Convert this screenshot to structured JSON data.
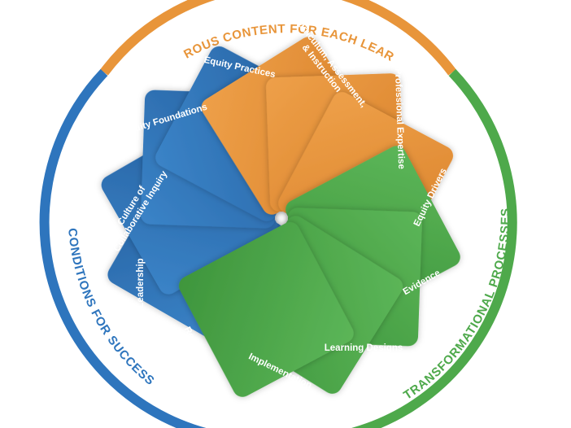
{
  "ring": {
    "arcs": [
      {
        "id": "top",
        "label": "RIGOROUS CONTENT FOR EACH LEARNER",
        "color": "#e8953a"
      },
      {
        "id": "right",
        "label": "TRANSFORMATIONAL PROCESSES",
        "color": "#4ea94b"
      },
      {
        "id": "left",
        "label": "CONDITIONS FOR SUCCESS",
        "color": "#2e75bd"
      }
    ]
  },
  "cards": [
    {
      "id": "resources",
      "label": "Resources",
      "group": "blue"
    },
    {
      "id": "leadership",
      "label": "Leadership",
      "group": "blue"
    },
    {
      "id": "culture",
      "label": "Culture of Collaborative Inquiry",
      "lines": [
        "Culture of",
        "Collaborative Inquiry"
      ],
      "group": "blue"
    },
    {
      "id": "equity-foundations",
      "label": "Equity Foundations",
      "group": "blue"
    },
    {
      "id": "equity-practices",
      "label": "Equity Practices",
      "group": "orange"
    },
    {
      "id": "curriculum",
      "label": "Curriculum, Assessment, & Instruction",
      "lines": [
        "Curriculum, Assessment,",
        "& Instruction"
      ],
      "group": "orange"
    },
    {
      "id": "professional-expertise",
      "label": "Professional Expertise",
      "group": "orange"
    },
    {
      "id": "equity-drivers",
      "label": "Equity Drivers",
      "group": "green"
    },
    {
      "id": "evidence",
      "label": "Evidence",
      "group": "green"
    },
    {
      "id": "learning-designs",
      "label": "Learning Designs",
      "group": "green"
    },
    {
      "id": "implementation",
      "label": "Implementation",
      "group": "green"
    }
  ],
  "colors": {
    "blue": "#2e75bd",
    "orange": "#e8953a",
    "green": "#4ea94b"
  }
}
